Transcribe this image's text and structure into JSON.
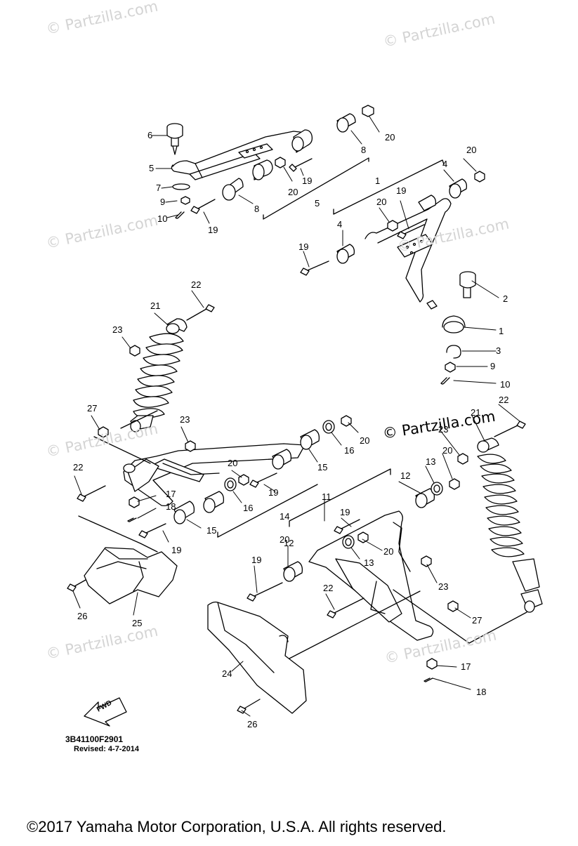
{
  "watermark_text": "© Partzilla.com",
  "brand_text": "© Partzilla.com",
  "diagram_code": "3B41100F2901",
  "revised_text": "Revised: 4-7-2014",
  "copyright_text": "©2017  Yamaha Motor Corporation, U.S.A. All rights reserved.",
  "fwd_label": "FWD",
  "callouts": [
    {
      "id": "c6",
      "label": "6"
    },
    {
      "id": "c5a",
      "label": "5"
    },
    {
      "id": "c7",
      "label": "7"
    },
    {
      "id": "c9a",
      "label": "9"
    },
    {
      "id": "c10a",
      "label": "10"
    },
    {
      "id": "c19a",
      "label": "19"
    },
    {
      "id": "c8a",
      "label": "8"
    },
    {
      "id": "c5b",
      "label": "5"
    },
    {
      "id": "c20a",
      "label": "20"
    },
    {
      "id": "c19b",
      "label": "19"
    },
    {
      "id": "c8b",
      "label": "8"
    },
    {
      "id": "c20b",
      "label": "20"
    },
    {
      "id": "c1a",
      "label": "1"
    },
    {
      "id": "c4a",
      "label": "4"
    },
    {
      "id": "c20c",
      "label": "20"
    },
    {
      "id": "c19c",
      "label": "19"
    },
    {
      "id": "c20d",
      "label": "20"
    },
    {
      "id": "c4b",
      "label": "4"
    },
    {
      "id": "c19d",
      "label": "19"
    },
    {
      "id": "c2",
      "label": "2"
    },
    {
      "id": "c1b",
      "label": "1"
    },
    {
      "id": "c3",
      "label": "3"
    },
    {
      "id": "c9b",
      "label": "9"
    },
    {
      "id": "c10b",
      "label": "10"
    },
    {
      "id": "c22a",
      "label": "22"
    },
    {
      "id": "c21a",
      "label": "21"
    },
    {
      "id": "c23a",
      "label": "23"
    },
    {
      "id": "c27a",
      "label": "27"
    },
    {
      "id": "c23b",
      "label": "23"
    },
    {
      "id": "c20e",
      "label": "20"
    },
    {
      "id": "c16a",
      "label": "16"
    },
    {
      "id": "c15a",
      "label": "15"
    },
    {
      "id": "c20f",
      "label": "20"
    },
    {
      "id": "c22b",
      "label": "22"
    },
    {
      "id": "c17a",
      "label": "17"
    },
    {
      "id": "c18a",
      "label": "18"
    },
    {
      "id": "c19e",
      "label": "19"
    },
    {
      "id": "c16b",
      "label": "16"
    },
    {
      "id": "c15b",
      "label": "15"
    },
    {
      "id": "c14",
      "label": "14"
    },
    {
      "id": "c19f",
      "label": "19"
    },
    {
      "id": "c11",
      "label": "11"
    },
    {
      "id": "c12a",
      "label": "12"
    },
    {
      "id": "c13a",
      "label": "13"
    },
    {
      "id": "c20g",
      "label": "20"
    },
    {
      "id": "c22c",
      "label": "22"
    },
    {
      "id": "c21b",
      "label": "21"
    },
    {
      "id": "c23c",
      "label": "23"
    },
    {
      "id": "c20h",
      "label": "20"
    },
    {
      "id": "c19g",
      "label": "19"
    },
    {
      "id": "c13b",
      "label": "13"
    },
    {
      "id": "c20i",
      "label": "20"
    },
    {
      "id": "c12b",
      "label": "12"
    },
    {
      "id": "c19h",
      "label": "19"
    },
    {
      "id": "c23d",
      "label": "23"
    },
    {
      "id": "c22d",
      "label": "22"
    },
    {
      "id": "c27b",
      "label": "27"
    },
    {
      "id": "c26a",
      "label": "26"
    },
    {
      "id": "c25",
      "label": "25"
    },
    {
      "id": "c24",
      "label": "24"
    },
    {
      "id": "c17b",
      "label": "17"
    },
    {
      "id": "c18b",
      "label": "18"
    },
    {
      "id": "c26b",
      "label": "26"
    }
  ]
}
